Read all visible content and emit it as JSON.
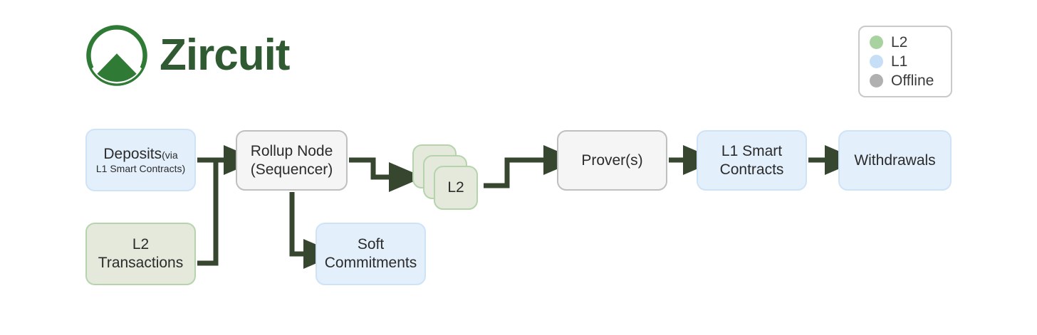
{
  "brand": {
    "name": "Zircuit",
    "logo_icon": "zircuit-mountain-logo",
    "color": "#2f5a32"
  },
  "legend": {
    "items": [
      {
        "label": "L2",
        "color": "#a8d3a0",
        "icon": "legend-dot-l2"
      },
      {
        "label": "L1",
        "color": "#c6dff7",
        "icon": "legend-dot-l1"
      },
      {
        "label": "Offline",
        "color": "#b0b0b0",
        "icon": "legend-dot-offline"
      }
    ]
  },
  "diagram": {
    "type": "flow",
    "nodes": [
      {
        "id": "deposits",
        "label": "Deposits",
        "sub_label": "(via",
        "line2": "L1 Smart Contracts)",
        "category": "L1"
      },
      {
        "id": "l2tx",
        "label": "L2\nTransactions",
        "category": "L2"
      },
      {
        "id": "rollup",
        "label": "Rollup Node\n(Sequencer)",
        "category": "Offline"
      },
      {
        "id": "soft",
        "label": "Soft\nCommitments",
        "category": "L1"
      },
      {
        "id": "l2stack",
        "label": "L2",
        "category": "L2"
      },
      {
        "id": "prover",
        "label": "Prover(s)",
        "category": "Offline"
      },
      {
        "id": "l1sc",
        "label": "L1 Smart\nContracts",
        "category": "L1"
      },
      {
        "id": "withdrawals",
        "label": "Withdrawals",
        "category": "L1"
      }
    ],
    "edges": [
      {
        "from": "deposits",
        "to": "rollup"
      },
      {
        "from": "l2tx",
        "to": "rollup"
      },
      {
        "from": "rollup",
        "to": "soft"
      },
      {
        "from": "rollup",
        "to": "l2stack"
      },
      {
        "from": "l2stack",
        "to": "prover"
      },
      {
        "from": "prover",
        "to": "l1sc"
      },
      {
        "from": "l1sc",
        "to": "withdrawals"
      }
    ],
    "edge_color": "#36462f",
    "colors": {
      "l1_fill": "#e3effb",
      "l1_border": "#cfe3f7",
      "l2_fill": "#e4e9dc",
      "l2_border": "#b5d4ac",
      "offline_fill": "#f5f5f5",
      "offline_border": "#bfbfbf"
    },
    "node_labels": {
      "deposits_main": "Deposits",
      "deposits_sub": "(via",
      "deposits_line2": "L1 Smart Contracts)",
      "l2tx_line1": "L2",
      "l2tx_line2": "Transactions",
      "rollup_line1": "Rollup Node",
      "rollup_line2": "(Sequencer)",
      "soft_line1": "Soft",
      "soft_line2": "Commitments",
      "stack_label": "L2",
      "prover": "Prover(s)",
      "l1sc_line1": "L1 Smart",
      "l1sc_line2": "Contracts",
      "withdrawals": "Withdrawals"
    }
  }
}
